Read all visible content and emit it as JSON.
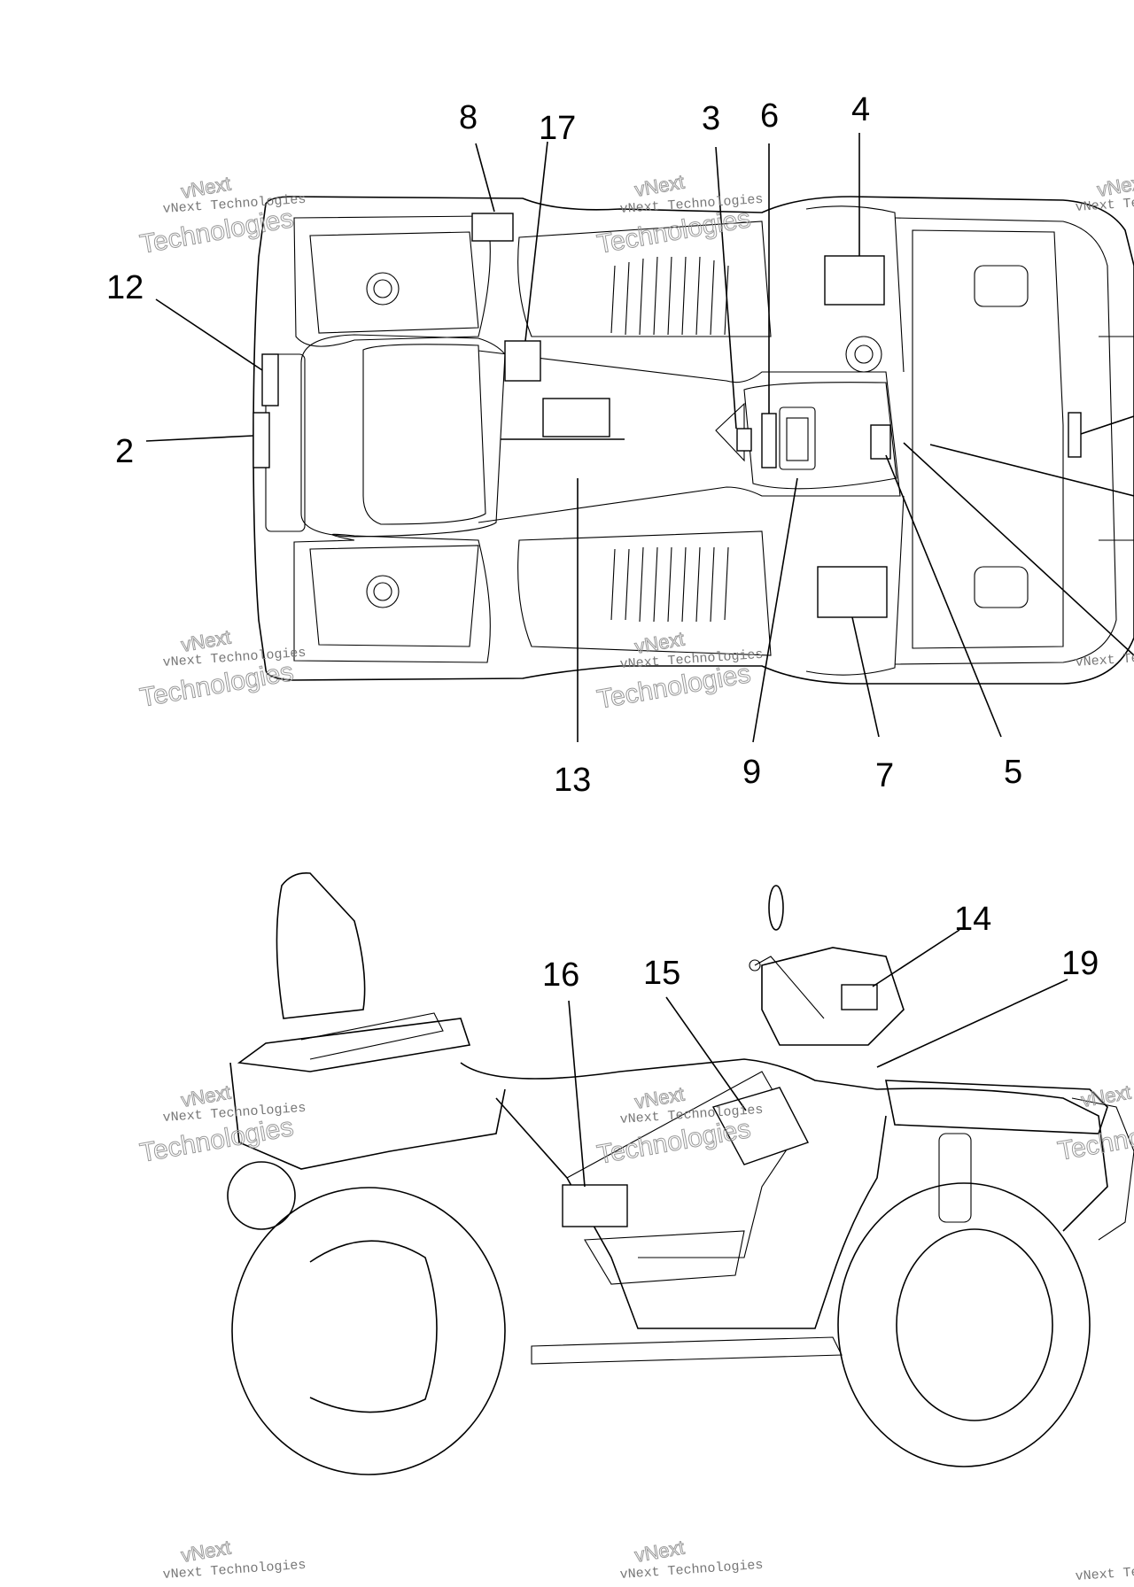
{
  "watermark": {
    "line1": "vNext Technologies",
    "line2": "Technologies",
    "line3": "vNext"
  },
  "callouts": {
    "top": [
      "8",
      "17",
      "3",
      "6",
      "4",
      "12",
      "2",
      "13",
      "9",
      "7",
      "5"
    ],
    "side": [
      "14",
      "19",
      "16",
      "15"
    ]
  }
}
